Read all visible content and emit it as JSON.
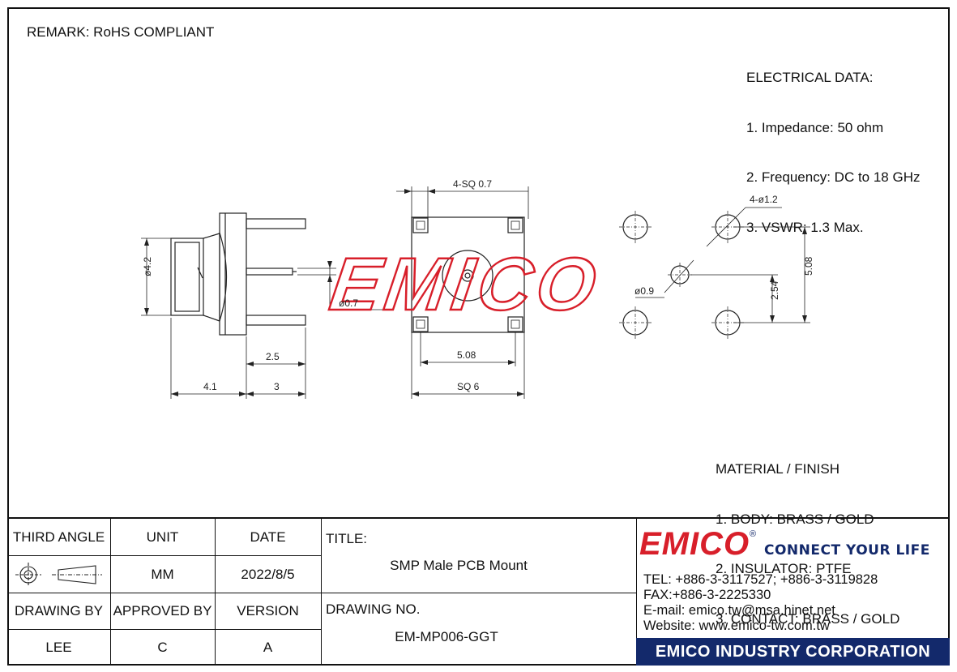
{
  "remark": "REMARK: RoHS COMPLIANT",
  "electrical": {
    "heading": "ELECTRICAL DATA:",
    "lines": [
      "1. Impedance: 50 ohm",
      "2. Frequency: DC to 18 GHz",
      "3. VSWR: 1.3 Max."
    ]
  },
  "material": {
    "heading": "MATERIAL / FINISH",
    "lines": [
      "1. BODY: BRASS / GOLD",
      "2. INSULATOR: PTFE",
      "3. CONTACT: BRASS / GOLD"
    ]
  },
  "dimensions": {
    "d42": "ø4.2",
    "d07": "ø0.7",
    "d25": "2.5",
    "d41": "4.1",
    "d3": "3",
    "sq07": "4-SQ 0.7",
    "d508": "5.08",
    "sq6": "SQ 6",
    "holes12": "4-ø1.2",
    "d09": "ø0.9",
    "d254": "2.54",
    "d508v": "5.08"
  },
  "watermark": "EMICO",
  "titleblock": {
    "third_angle": "THIRD ANGLE",
    "unit_label": "UNIT",
    "unit_value": "MM",
    "date_label": "DATE",
    "date_value": "2022/8/5",
    "title_label": "TITLE:",
    "title_value": "SMP Male PCB Mount",
    "drawing_by_label": "DRAWING BY",
    "drawing_by_value": "LEE",
    "approved_by_label": "APPROVED BY",
    "approved_by_value": "C",
    "version_label": "VERSION",
    "version_value": "A",
    "drawing_no_label": "DRAWING NO.",
    "drawing_no_value": "EM-MP006-GGT"
  },
  "company": {
    "logo": "EMICO",
    "registered": "®",
    "slogan": "CONNECT YOUR LIFE",
    "tel": "TEL: +886-3-3117527; +886-3-3119828",
    "fax": "FAX:+886-3-2225330",
    "email": "E-mail: emico.tw@msa.hinet.net",
    "website": "Website: www.emico-tw.com.tw",
    "name": "EMICO INDUSTRY CORPORATION"
  },
  "colors": {
    "watermark": "#d81f2a",
    "brand_blue": "#13296b",
    "logo_red": "#d81f2a"
  }
}
